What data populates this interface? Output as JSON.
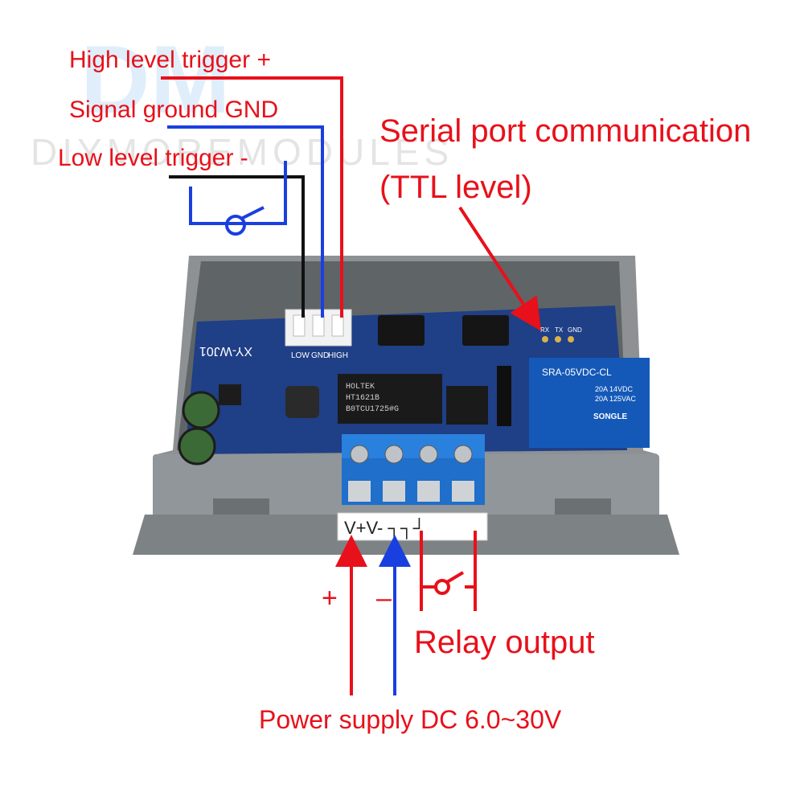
{
  "watermark": {
    "logo_letters": "DM",
    "brand_text": "DIYMOREMODULES"
  },
  "labels": {
    "high_trigger": "High level trigger +",
    "signal_ground": "Signal ground GND",
    "low_trigger": "Low level trigger -",
    "serial_line1": "Serial port communication",
    "serial_line2": "(TTL level)",
    "plus": "+",
    "minus": "–",
    "relay_output": "Relay output",
    "power_supply": "Power supply DC 6.0~30V"
  },
  "board": {
    "model": "XY-WJ01",
    "connector_pins": [
      "LOW",
      "GND",
      "HIGH"
    ],
    "ttl_pins": [
      "RX",
      "TX",
      "GND"
    ],
    "chip_line1": "HOLTEK",
    "chip_line2": "HT1621B",
    "chip_line3": "B0TCU1725#G",
    "relay_line1": "SRA-05VDC-CL",
    "relay_line2": "20A 14VDC",
    "relay_line3": "20A 125VAC",
    "relay_brand": "SONGLE",
    "terminal_label": "V+V- ┐┐┘"
  },
  "colors": {
    "red": "#e8101a",
    "blue": "#1a3fe0",
    "black": "#111111",
    "case_gray": "#8d9194",
    "pcb_blue": "#1f3f86",
    "terminal_blue": "#1f6fcb"
  }
}
